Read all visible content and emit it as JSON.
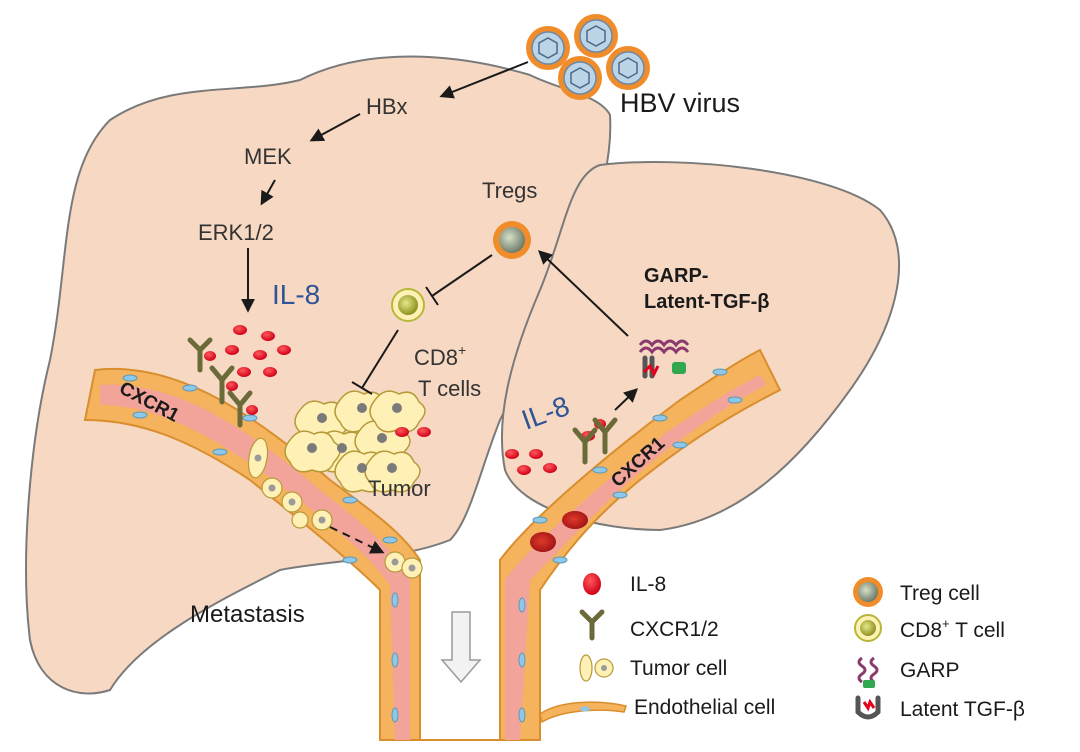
{
  "labels": {
    "hbv_virus": "HBV virus",
    "hbx": "HBx",
    "mek": "MEK",
    "erk": "ERK1/2",
    "il8_left": "IL-8",
    "il8_right": "IL-8",
    "tregs": "Tregs",
    "cd8_line1": "CD8",
    "cd8_sup": "+",
    "cd8_line2": "T cells",
    "garp_line1": "GARP-",
    "garp_line2": "Latent-TGF-β",
    "cxcr1_left": "CXCR1",
    "cxcr1_right": "CXCR1",
    "tumor": "Tumor",
    "metastasis": "Metastasis"
  },
  "legend": {
    "il8": "IL-8",
    "cxcr12": "CXCR1/2",
    "tumor_cell": "Tumor cell",
    "endothelial_cell": "Endothelial cell",
    "treg_cell": "Treg cell",
    "cd8_t_cell_pre": "CD8",
    "cd8_t_cell_sup": "+",
    "cd8_t_cell_post": " T cell",
    "garp": "GARP",
    "latent_tgfb": "Latent TGF-β"
  },
  "colors": {
    "liver": "#f7d9c3",
    "vessel_wall": "#f4b35c",
    "vessel_lumen": "#f2a39a",
    "il8": "#e3001b",
    "cxcr": "#6b6b3a",
    "treg_ring": "#f08c2a",
    "cd8_fill": "#b5b83a",
    "tumor_cell": "#fff1b5",
    "garp": "#8b3a6e",
    "tgfb_green": "#2fa84f",
    "label_blue": "#2f5597"
  }
}
